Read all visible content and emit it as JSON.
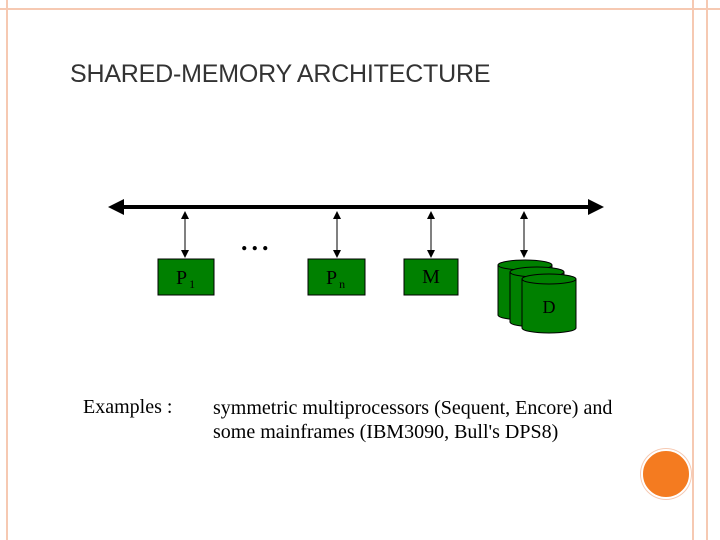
{
  "title": "SHARED-MEMORY ARCHITECTURE",
  "nodes": {
    "p1": {
      "label": "P",
      "sub": "1"
    },
    "pn": {
      "label": "P",
      "sub": "n"
    },
    "m": {
      "label": "M"
    },
    "d": {
      "label": "D"
    }
  },
  "ellipsis": "...",
  "examples": {
    "label": "Examples :",
    "line1": "symmetric multiprocessors (Sequent, Encore) and",
    "line2": "some mainframes (IBM3090, Bull's DPS8)"
  },
  "colors": {
    "box_fill": "#008000",
    "frame": "#f6c9b2",
    "accent_dot": "#f47b20",
    "title_text": "#333333"
  }
}
